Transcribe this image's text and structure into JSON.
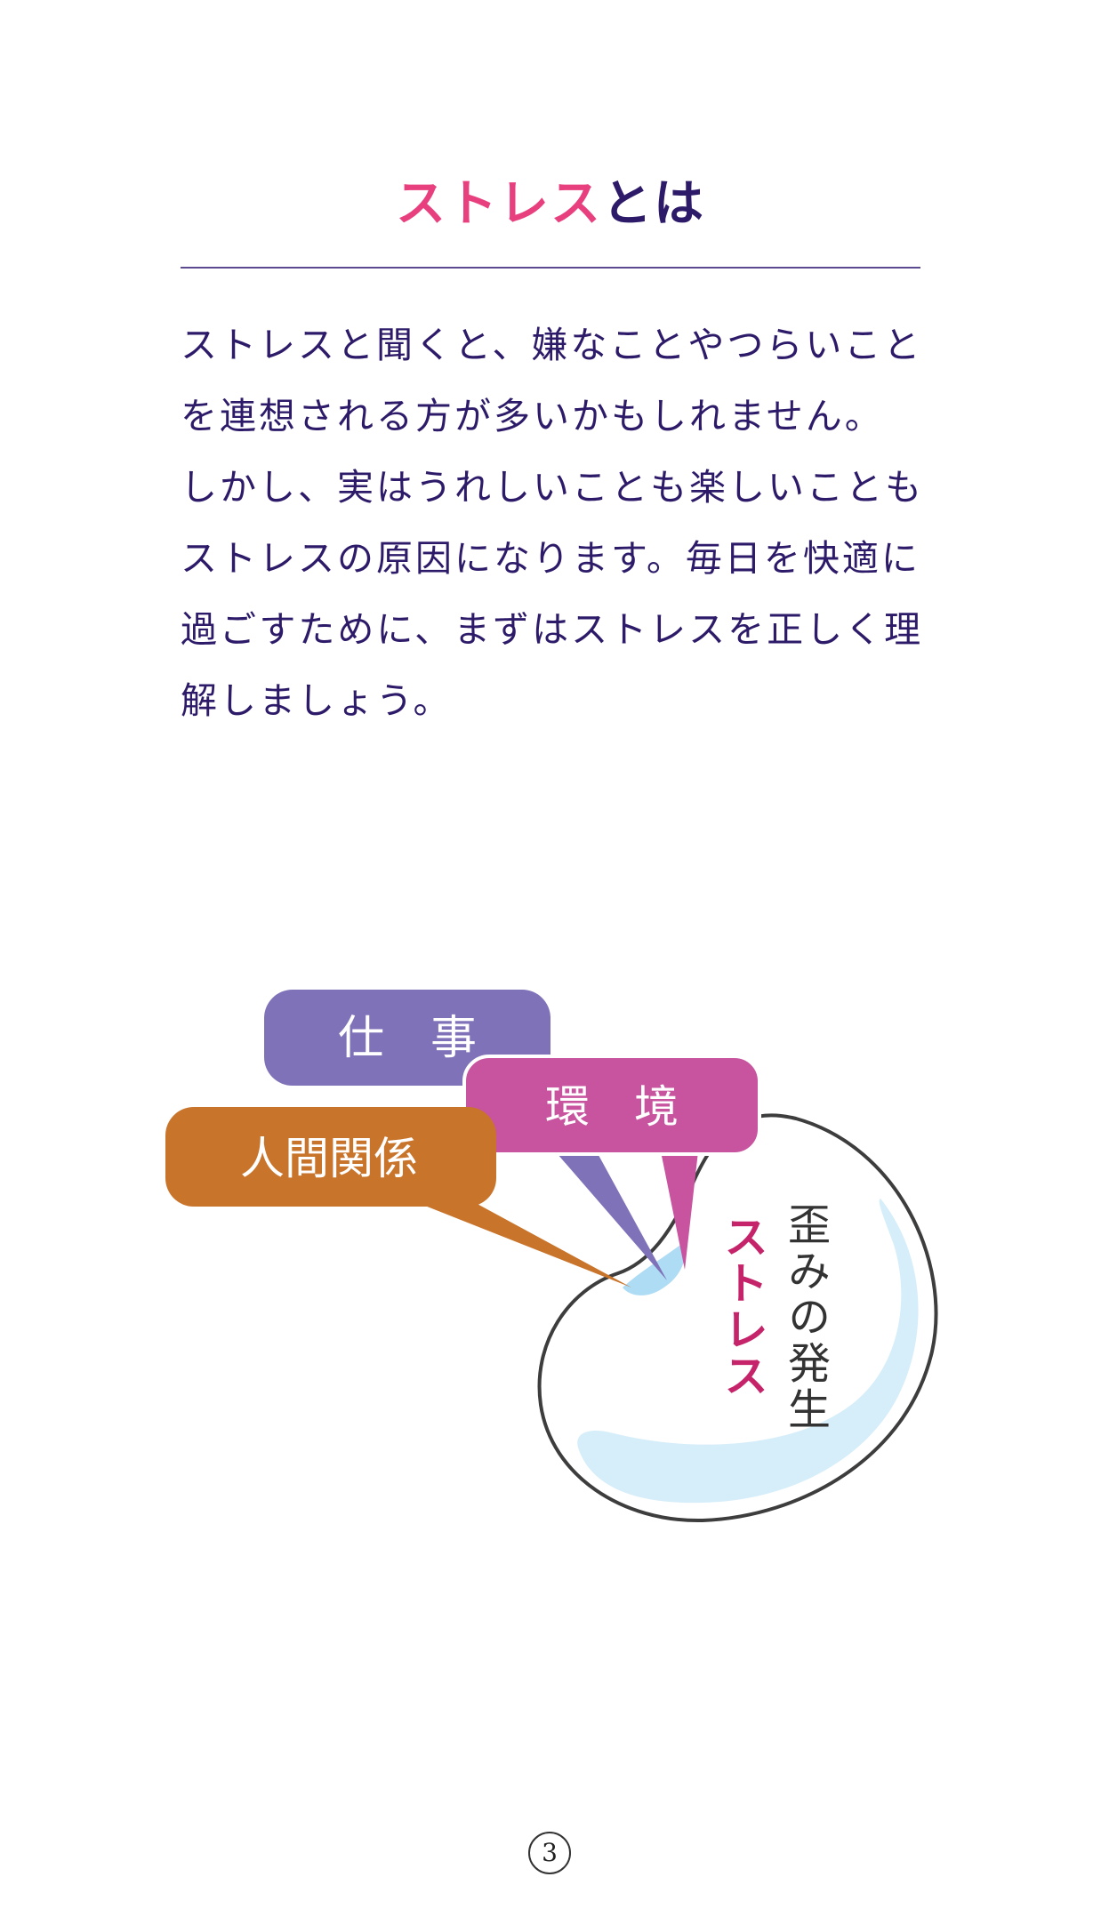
{
  "heading": {
    "accent": "ストレス",
    "rest": "とは"
  },
  "body": {
    "lines": [
      "ストレスと聞くと、嫌なことやつらいこと",
      "を連想される方が多いかもしれません。",
      "しかし、実はうれしいことも楽しいことも",
      "ストレスの原因になります。毎日を快適に",
      "過ごすために、まずはストレスを正しく理",
      "解しましょう。"
    ]
  },
  "diagram": {
    "bubbles": {
      "work": "仕　事",
      "environment": "環　境",
      "relationships": "人間関係"
    },
    "ball_label_stress": "ストレス",
    "ball_label_strain": "歪みの発生",
    "colors": {
      "work": "#7f72b8",
      "environment": "#c8539e",
      "relationships": "#c9742b",
      "stress_text": "#c5246a",
      "ball_fill": "#d6eefa"
    }
  },
  "page_number": "3"
}
